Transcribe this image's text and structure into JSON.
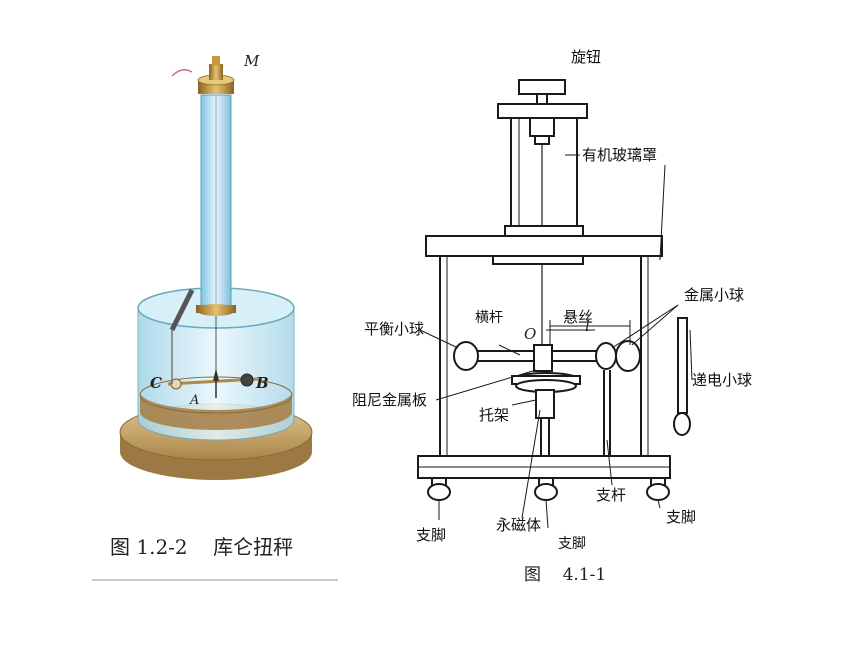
{
  "left_figure": {
    "caption": "图 1.2-2    库仑扭秤",
    "labels": {
      "m": "M",
      "a": "A",
      "b": "B",
      "c": "C"
    }
  },
  "right_figure": {
    "caption": "图    4.1-1",
    "labels": {
      "knob": "旋钮",
      "glass_cover": "有机玻璃罩",
      "suspension_wire": "悬丝",
      "crossbar": "横杆",
      "metal_ball": "金属小球",
      "balance_ball": "平衡小球",
      "point_o": "O",
      "length_l": "l",
      "damping_plate": "阻尼金属板",
      "charging_ball": "递电小球",
      "bracket": "托架",
      "support_rod": "支杆",
      "foot_left": "支脚",
      "foot_middle": "支脚",
      "foot_right": "支脚",
      "magnet": "永磁体"
    }
  },
  "colors": {
    "base_wood": "#c9a86a",
    "glass": "#bfe3ee",
    "tube": "#a9d8ee",
    "brass": "#c59a3e",
    "line": "#1a1a1a"
  }
}
